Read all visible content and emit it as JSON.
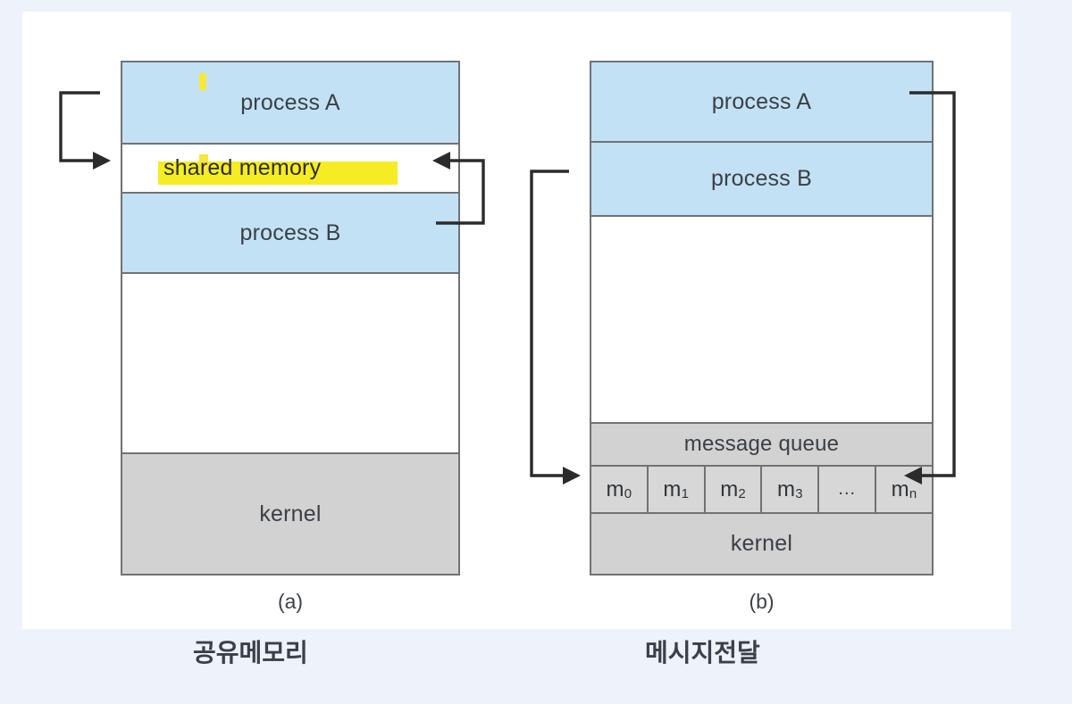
{
  "page": {
    "background_color": "#eef2fb",
    "canvas_color": "#ffffff"
  },
  "colors": {
    "process_fill": "#c3e1f4",
    "kernel_fill": "#d2d2d2",
    "highlight": "#f5ec23",
    "border": "#6f7276",
    "arrow": "#2b2b2b",
    "text": "#3a4046"
  },
  "diagram_a": {
    "caption": "(a)",
    "korean_label": "공유메모리",
    "rows": [
      {
        "id": "process-a",
        "label": "process  A",
        "kind": "process"
      },
      {
        "id": "shared-memory",
        "label": "shared memory",
        "kind": "shared",
        "highlighted": true
      },
      {
        "id": "process-b",
        "label": "process  B",
        "kind": "process"
      },
      {
        "id": "blank",
        "label": "",
        "kind": "empty"
      },
      {
        "id": "kernel",
        "label": "kernel",
        "kind": "kernel"
      }
    ],
    "arrows": [
      {
        "id": "a-left-arrow",
        "from": "process A",
        "to": "shared memory",
        "side": "left"
      },
      {
        "id": "a-right-arrow",
        "from": "process B",
        "to": "shared memory",
        "side": "right"
      }
    ]
  },
  "diagram_b": {
    "caption": "(b)",
    "korean_label": "메시지전달",
    "rows": [
      {
        "id": "process-a",
        "label": "process  A",
        "kind": "process"
      },
      {
        "id": "process-b",
        "label": "process  B",
        "kind": "process"
      },
      {
        "id": "blank",
        "label": "",
        "kind": "empty"
      },
      {
        "id": "message-queue-header",
        "label": "message queue",
        "kind": "kernel"
      },
      {
        "id": "message-queue-cells",
        "label": "",
        "kind": "cells"
      },
      {
        "id": "kernel",
        "label": "kernel",
        "kind": "kernel"
      }
    ],
    "message_cells": [
      {
        "base": "m",
        "sub": "0"
      },
      {
        "base": "m",
        "sub": "1"
      },
      {
        "base": "m",
        "sub": "2"
      },
      {
        "base": "m",
        "sub": "3"
      },
      {
        "base": "...",
        "sub": ""
      },
      {
        "base": "m",
        "sub": "n"
      }
    ],
    "arrows": [
      {
        "id": "b-left-arrow",
        "from": "process B",
        "to": "message queue",
        "side": "left"
      },
      {
        "id": "b-right-arrow",
        "from": "process A",
        "to": "message queue",
        "side": "right"
      }
    ]
  }
}
